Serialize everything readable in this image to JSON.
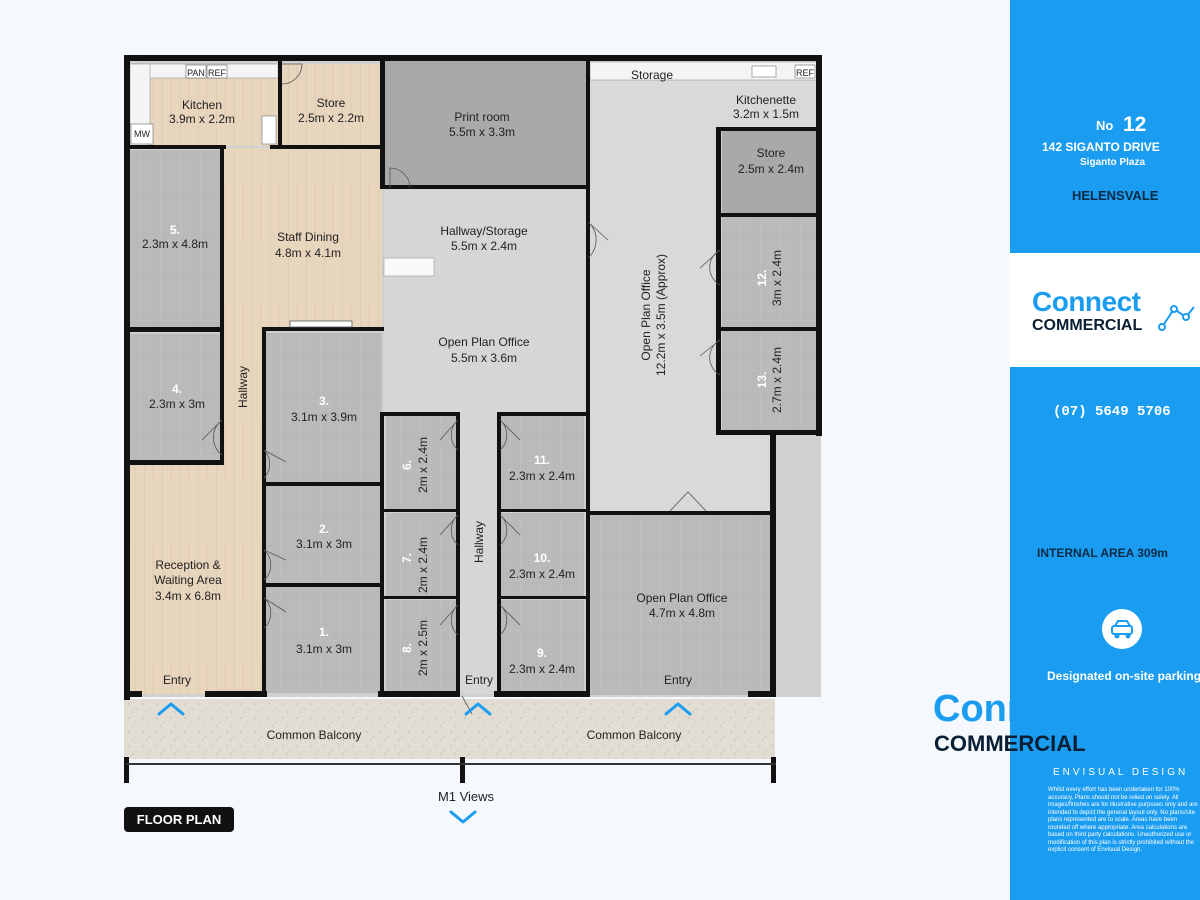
{
  "property": {
    "no_prefix": "No",
    "number": "12",
    "street": "142 SIGANTO DRIVE",
    "plaza": "Siganto Plaza",
    "suburb": "HELENSVALE",
    "phone": "(07) 5649 5706",
    "internal_area": "INTERNAL AREA 309m",
    "parking": "Designated on-site parking"
  },
  "brand": {
    "name_top": "Connect",
    "name_bottom": "COMMERCIAL",
    "designer": "ENVISUAL DESIGN",
    "disclaimer": "Whilst every effort has been undertaken for 100% accuracy, Plans should not be relied on solely. All images/finishes are for illustrative purposes only and are intended to depict the general layout only. No plans/site plans represented are to scale. Areas have been rounded off where appropriate. Area calculations are based on third party calculations. Unauthorized use or modification of this plan is strictly prohibited without the explicit consent of Envisual Design."
  },
  "colors": {
    "brand_blue": "#1a9cf0",
    "wall": "#111111",
    "wood": "#e6d2b8",
    "room_grey": "#b8b8b8",
    "dark_grey": "#a6a6a6",
    "corridor": "#d4d4d4"
  },
  "plan": {
    "floor_plan_label": "FLOOR PLAN",
    "views_label": "M1 Views",
    "fixtures": {
      "pan": "PAN",
      "ref": "REF",
      "mw": "MW"
    },
    "rooms": {
      "kitchen": {
        "name": "Kitchen",
        "size": "3.9m x 2.2m"
      },
      "store_1": {
        "name": "Store",
        "size": "2.5m x 2.2m"
      },
      "print_room": {
        "name": "Print room",
        "size": "5.5m x 3.3m"
      },
      "storage": {
        "name": "Storage"
      },
      "kitchenette": {
        "name": "Kitchenette",
        "size": "3.2m x 1.5m"
      },
      "store_2": {
        "name": "Store",
        "size": "2.5m x 2.4m"
      },
      "room_5": {
        "num": "5.",
        "size": "2.3m x 4.8m"
      },
      "staff_dining": {
        "name": "Staff Dining",
        "size": "4.8m x 4.1m"
      },
      "hallway_storage": {
        "name": "Hallway/Storage",
        "size": "5.5m x 2.4m"
      },
      "open_plan_large": {
        "name": "Open Plan Office",
        "size": "12.2m x 3.5m (Approx)"
      },
      "room_12": {
        "num": "12.",
        "size": "3m x 2.4m"
      },
      "room_13": {
        "num": "13.",
        "size": "2.7m x 2.4m"
      },
      "room_4": {
        "num": "4.",
        "size": "2.3m x 3m"
      },
      "hallway_left": {
        "name": "Hallway"
      },
      "room_3": {
        "num": "3.",
        "size": "3.1m x 3.9m"
      },
      "open_plan_centre": {
        "name": "Open Plan Office",
        "size": "5.5m x 3.6m"
      },
      "room_6": {
        "num": "6.",
        "size": "2m x 2.4m"
      },
      "room_11": {
        "num": "11.",
        "size": "2.3m x 2.4m"
      },
      "room_2": {
        "num": "2.",
        "size": "3.1m x 3m"
      },
      "reception": {
        "name": "Reception &",
        "name2": "Waiting Area",
        "size": "3.4m x 6.8m"
      },
      "room_7": {
        "num": "7.",
        "size": "2m x 2.4m"
      },
      "hallway_centre": {
        "name": "Hallway"
      },
      "room_10": {
        "num": "10.",
        "size": "2.3m x 2.4m"
      },
      "open_plan_right": {
        "name": "Open Plan Office",
        "size": "4.7m x 4.8m"
      },
      "room_1": {
        "num": "1.",
        "size": "3.1m x 3m"
      },
      "room_8": {
        "num": "8.",
        "size": "2m x 2.5m"
      },
      "room_9": {
        "num": "9.",
        "size": "2.3m x 2.4m"
      }
    },
    "entries": [
      "Entry",
      "Entry",
      "Entry"
    ],
    "balcony": [
      "Common Balcony",
      "Common Balcony"
    ]
  }
}
